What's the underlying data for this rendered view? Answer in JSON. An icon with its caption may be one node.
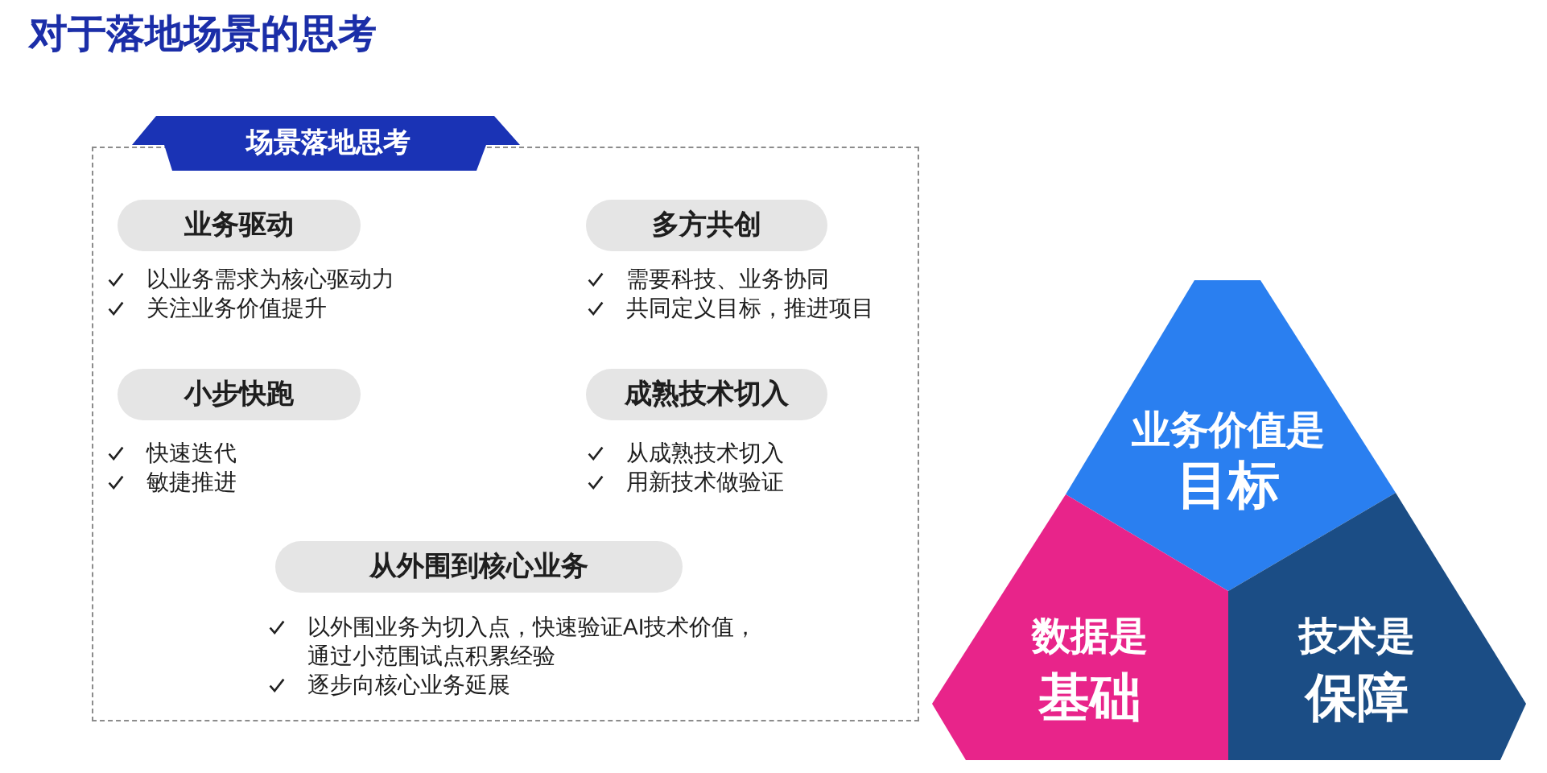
{
  "diagram": {
    "title": "对于落地场景的思考",
    "nodes": [
      {
        "text": [
          "场景落地思考"
        ]
      },
      {
        "text": [
          "业务驱动"
        ],
        "in": 0,
        "beside": [
          "以业务需求为核心驱动力",
          "关注业务价值提升"
        ]
      },
      {
        "text": [
          "多方共创"
        ],
        "in": 0,
        "beside": [
          "需要科技、业务协同",
          "共同定义目标，推进项目"
        ]
      },
      {
        "text": [
          "小步快跑"
        ],
        "in": 0,
        "beside": [
          "快速迭代",
          "敏捷推进"
        ]
      },
      {
        "text": [
          "成熟技术切入"
        ],
        "in": 0,
        "beside": [
          "从成熟技术切入",
          "用新技术做验证"
        ]
      },
      {
        "text": [
          "从外围到核心业务"
        ],
        "in": 0,
        "beside": [
          "以外围业务为切入点，快速验证AI技术价值，通过小范围试点积累经验",
          "逐步向核心业务延展"
        ]
      },
      {
        "text": [
          "业务价值是",
          "目标"
        ]
      },
      {
        "text": [
          "数据是",
          "基础"
        ]
      },
      {
        "text": [
          "技术是",
          "保障"
        ]
      }
    ]
  }
}
